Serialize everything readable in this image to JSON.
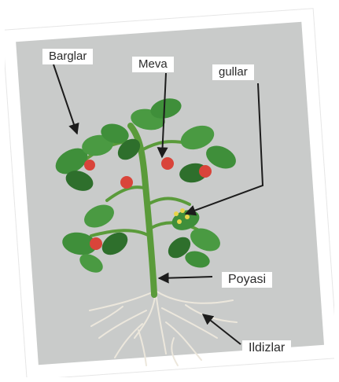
{
  "labels": {
    "leaves": "Barglar",
    "fruit": "Meva",
    "flowers": "gullar",
    "stem": "Poyasi",
    "roots": "Ildizlar"
  },
  "colors": {
    "background": "#c9cbca",
    "leaf": "#3f8f3a",
    "leaf_dark": "#2e6f2c",
    "stem": "#5a9b3a",
    "fruit": "#d9443a",
    "flower": "#e8d44a",
    "root": "#e9e4da",
    "arrow": "#1c1c1c"
  },
  "icons": {
    "plant": "tomato-plant-illustration"
  }
}
